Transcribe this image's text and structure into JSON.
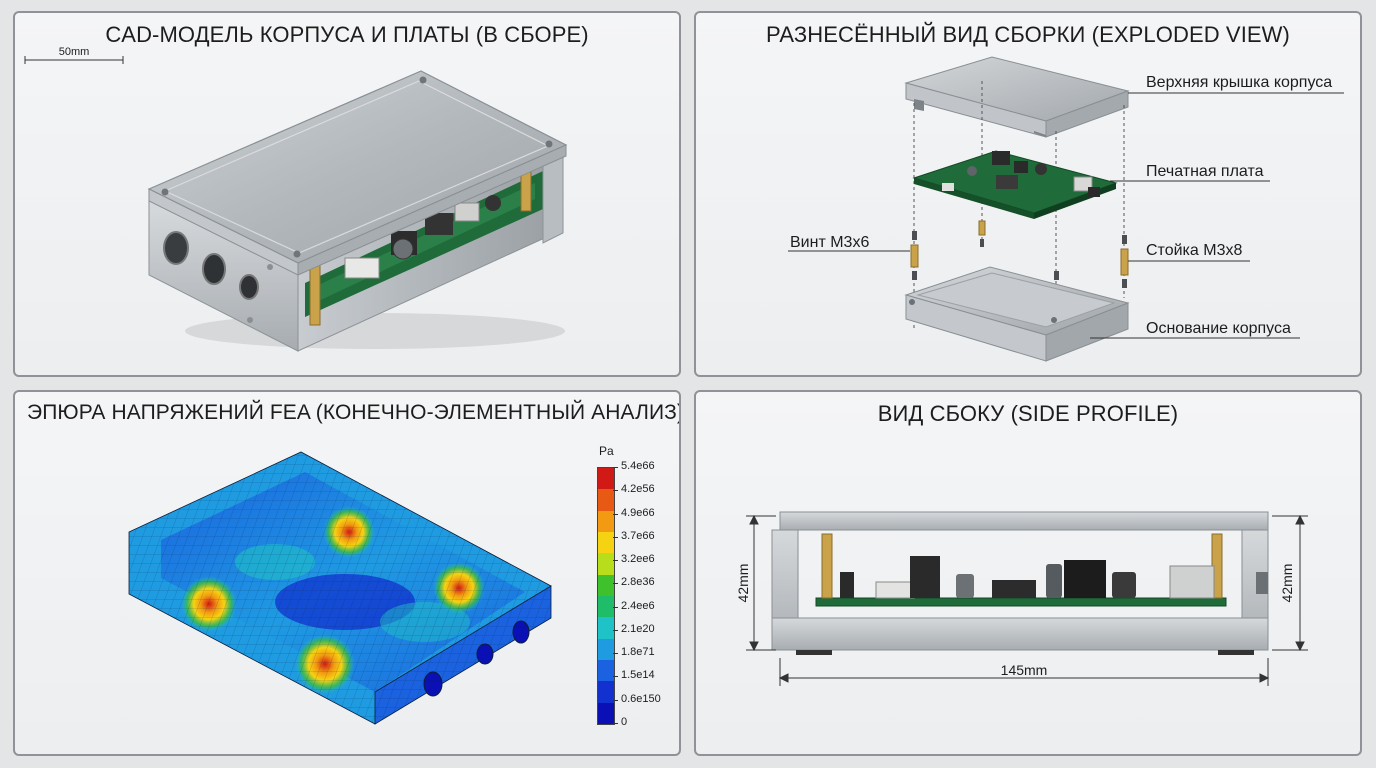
{
  "panels": {
    "assembly": {
      "title": "CAD-МОДЕЛЬ КОРПУСА И ПЛАТЫ (В СБОРЕ)",
      "scale_bar": "50mm"
    },
    "exploded": {
      "title": "РАЗНЕСЁННЫЙ ВИД СБОРКИ (EXPLODED VIEW)",
      "callouts": {
        "top_cover": "Верхняя крышка корпуса",
        "pcb": "Печатная плата",
        "screw": "Винт М3х6",
        "standoff": "Стойка М3х8",
        "base": "Основание корпуса"
      }
    },
    "fea": {
      "title": "ЭПЮРА НАПРЯЖЕНИЙ FEA (КОНЕЧНО-ЭЛЕМЕНТНЫЙ АНАЛИЗ)",
      "legend_unit": "Pa",
      "legend_ticks": [
        "5.4e66",
        "4.2e56",
        "4.9e66",
        "3.7e66",
        "3.2ee6",
        "2.8e36",
        "2.4ee6",
        "2.1e20",
        "1.8e71",
        "1.5e14",
        "0.6e150",
        "0"
      ],
      "legend_colors": [
        "#d11a16",
        "#e85a13",
        "#f29a11",
        "#f6d312",
        "#b8dd1a",
        "#3fc12b",
        "#1fbd6a",
        "#1fc2c6",
        "#1f9be2",
        "#1a62e0",
        "#1231cf",
        "#0a10b5"
      ]
    },
    "side": {
      "title": "ВИД СБОКУ (SIDE PROFILE)",
      "dim_height_left": "42mm",
      "dim_height_right": "42mm",
      "dim_width": "145mm"
    }
  },
  "colors": {
    "aluminum": "#b9bec3",
    "pcb_green": "#1f6b3a",
    "brass": "#c9a24a",
    "panel_border": "#8f9398"
  }
}
